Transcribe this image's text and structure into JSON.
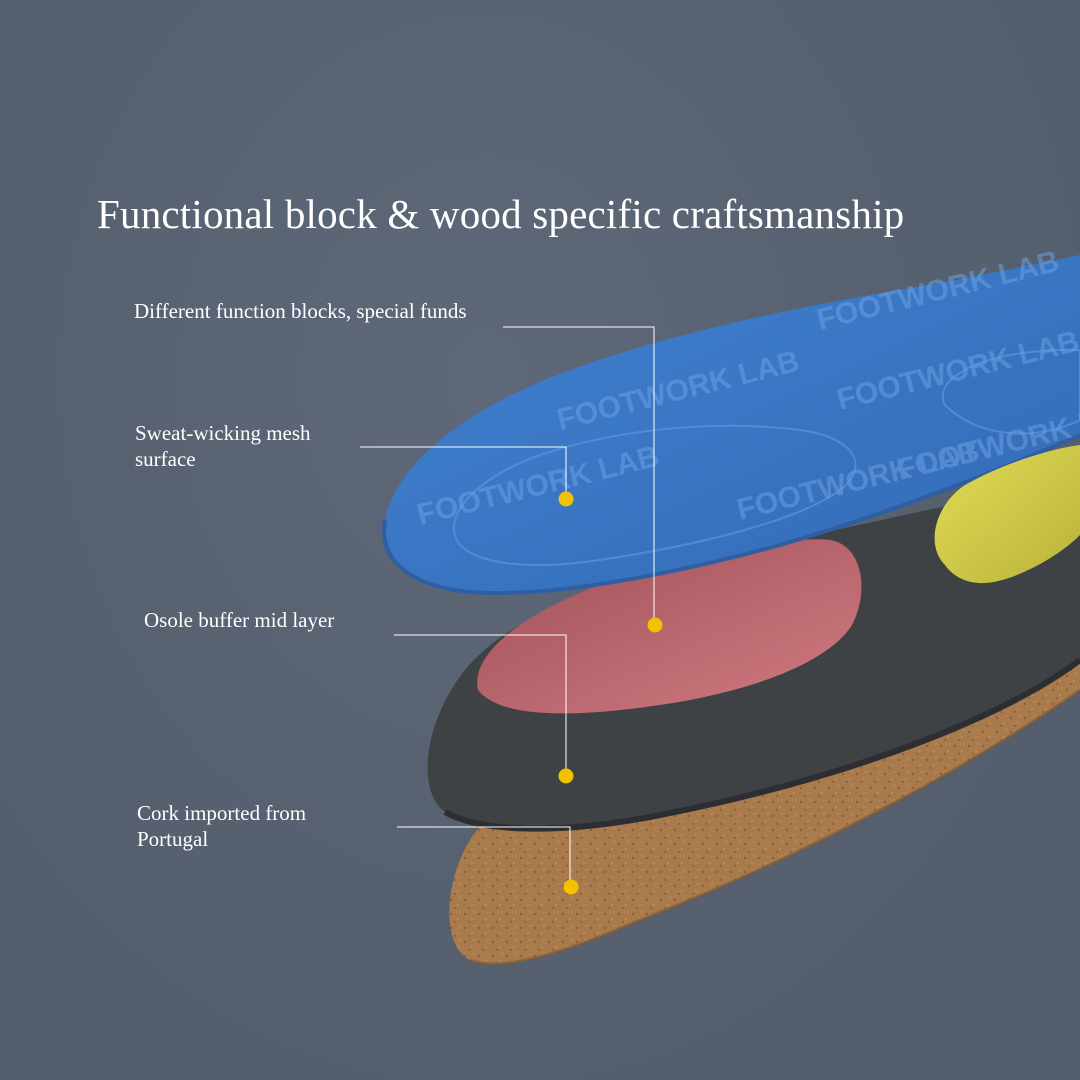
{
  "headline": "Functional block & wood specific craftsmanship",
  "callouts": [
    {
      "id": "function-blocks",
      "lines": [
        "Different function blocks, special funds"
      ]
    },
    {
      "id": "mesh-surface",
      "lines": [
        "Sweat-wicking mesh",
        "surface"
      ]
    },
    {
      "id": "buffer-layer",
      "lines": [
        "Osole buffer mid layer"
      ]
    },
    {
      "id": "cork-base",
      "lines": [
        "Cork imported from",
        "Portugal"
      ]
    }
  ],
  "insole_print": "FOOTWORK LAB",
  "colors": {
    "background": "#56606f",
    "mesh_top": "#3a76c6",
    "buffer": "#3f4245",
    "pink_block": "#c3676e",
    "yellow_block": "#d6d046",
    "cork": "#a97a4c",
    "marker": "#f2c200",
    "text": "#ffffff"
  }
}
